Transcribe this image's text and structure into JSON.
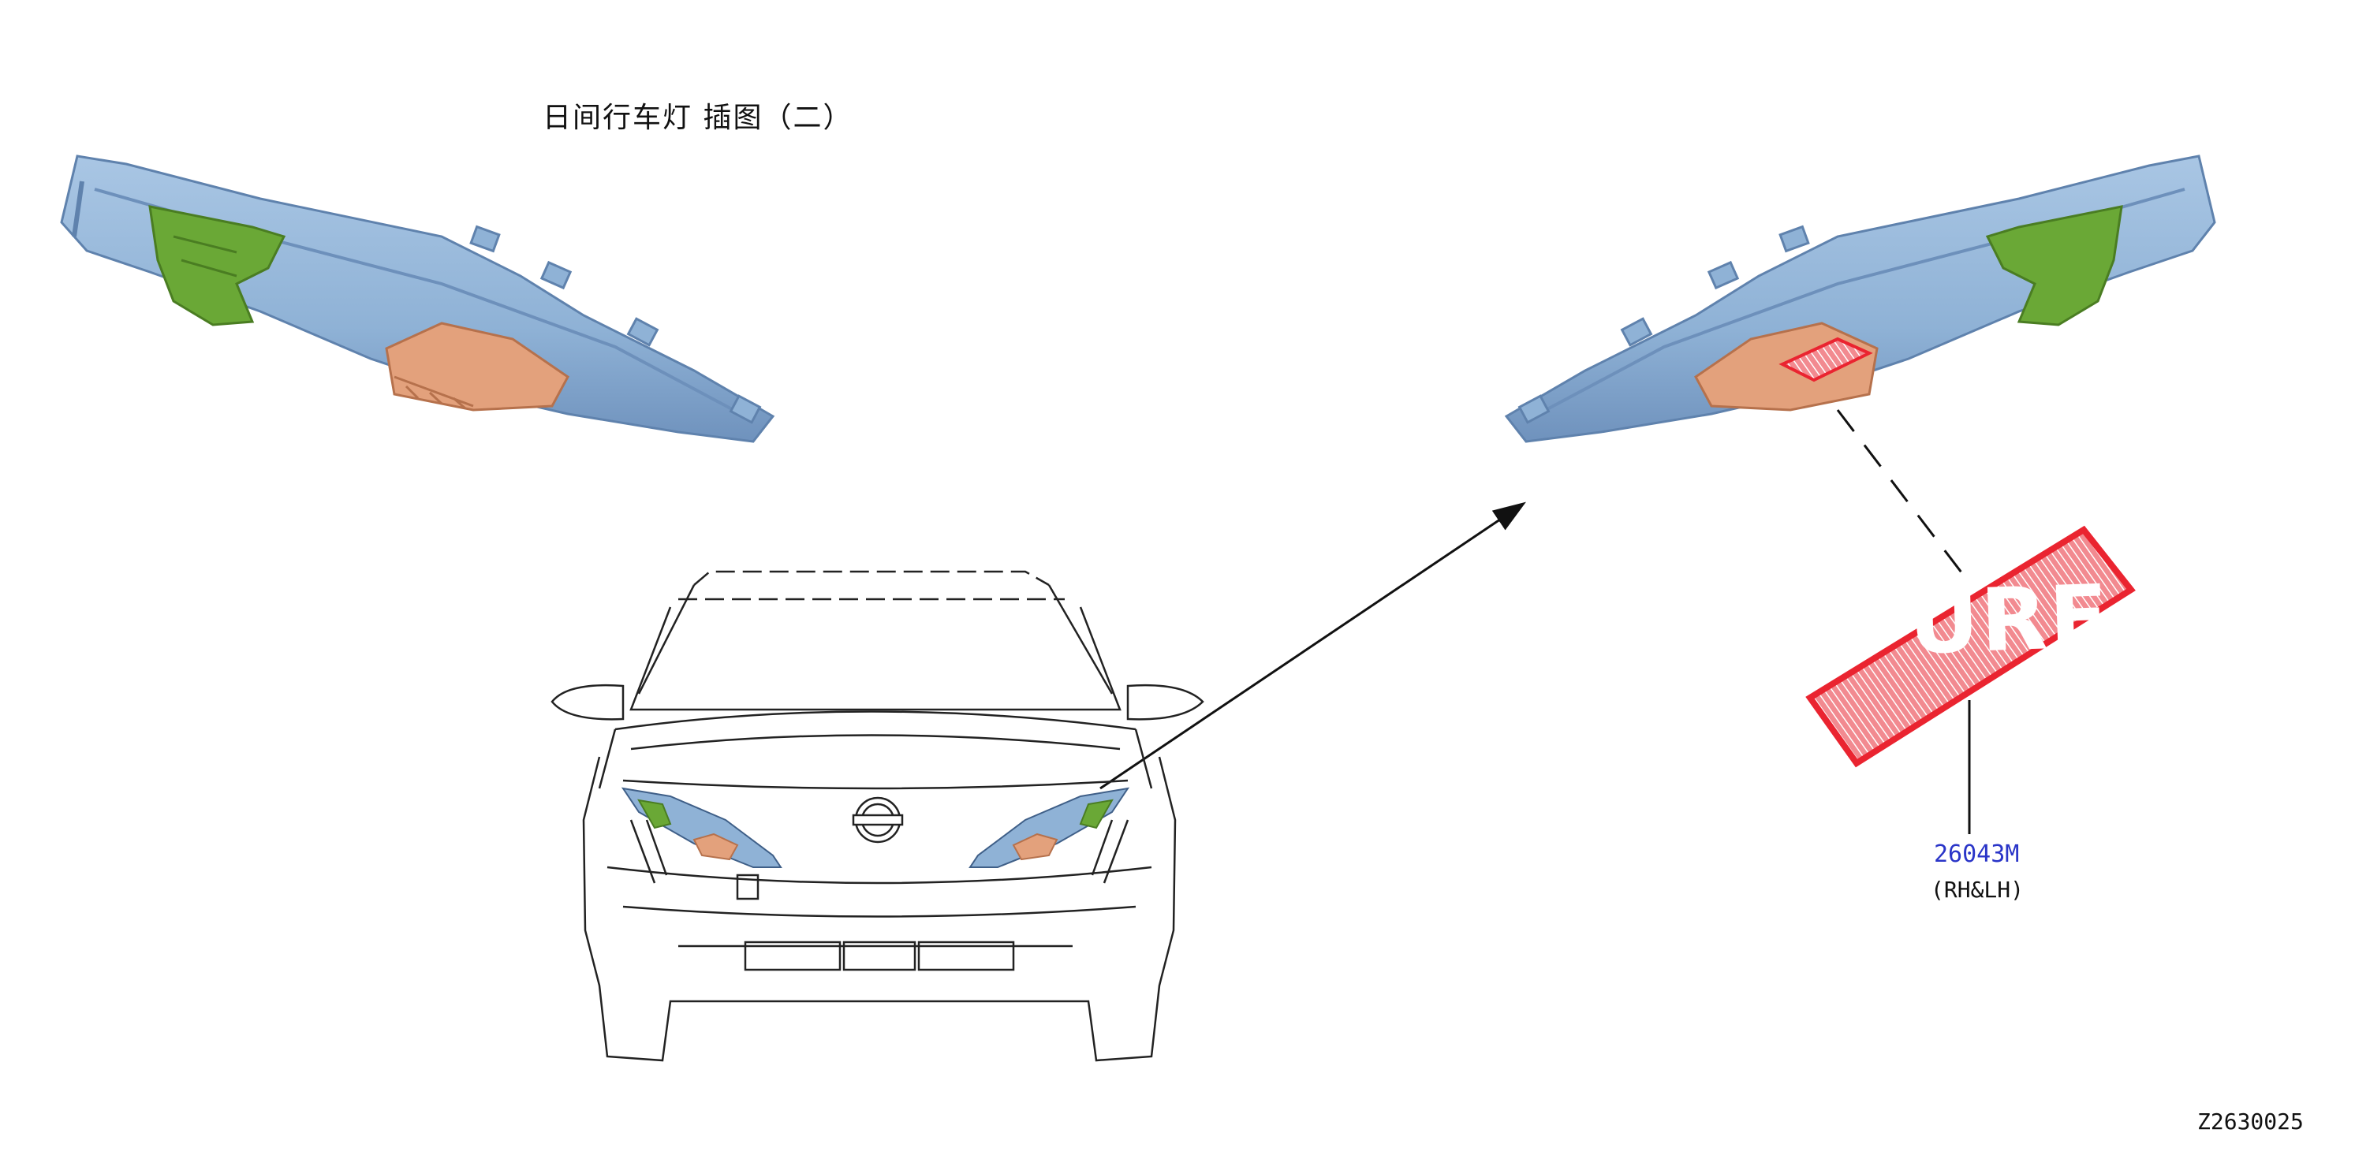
{
  "title": "日间行车灯 插图（二）",
  "part": {
    "number": "26043M",
    "side": "(RH&LH)"
  },
  "stamp_text": "URE",
  "reference_code": "Z2630025",
  "colors": {
    "housing": "#8fb2d6",
    "housing_dark": "#5f82ad",
    "bracket": "#6aa836",
    "connector": "#e3a17c",
    "highlight": "#ea2430",
    "part_number": "#2a35c8"
  }
}
